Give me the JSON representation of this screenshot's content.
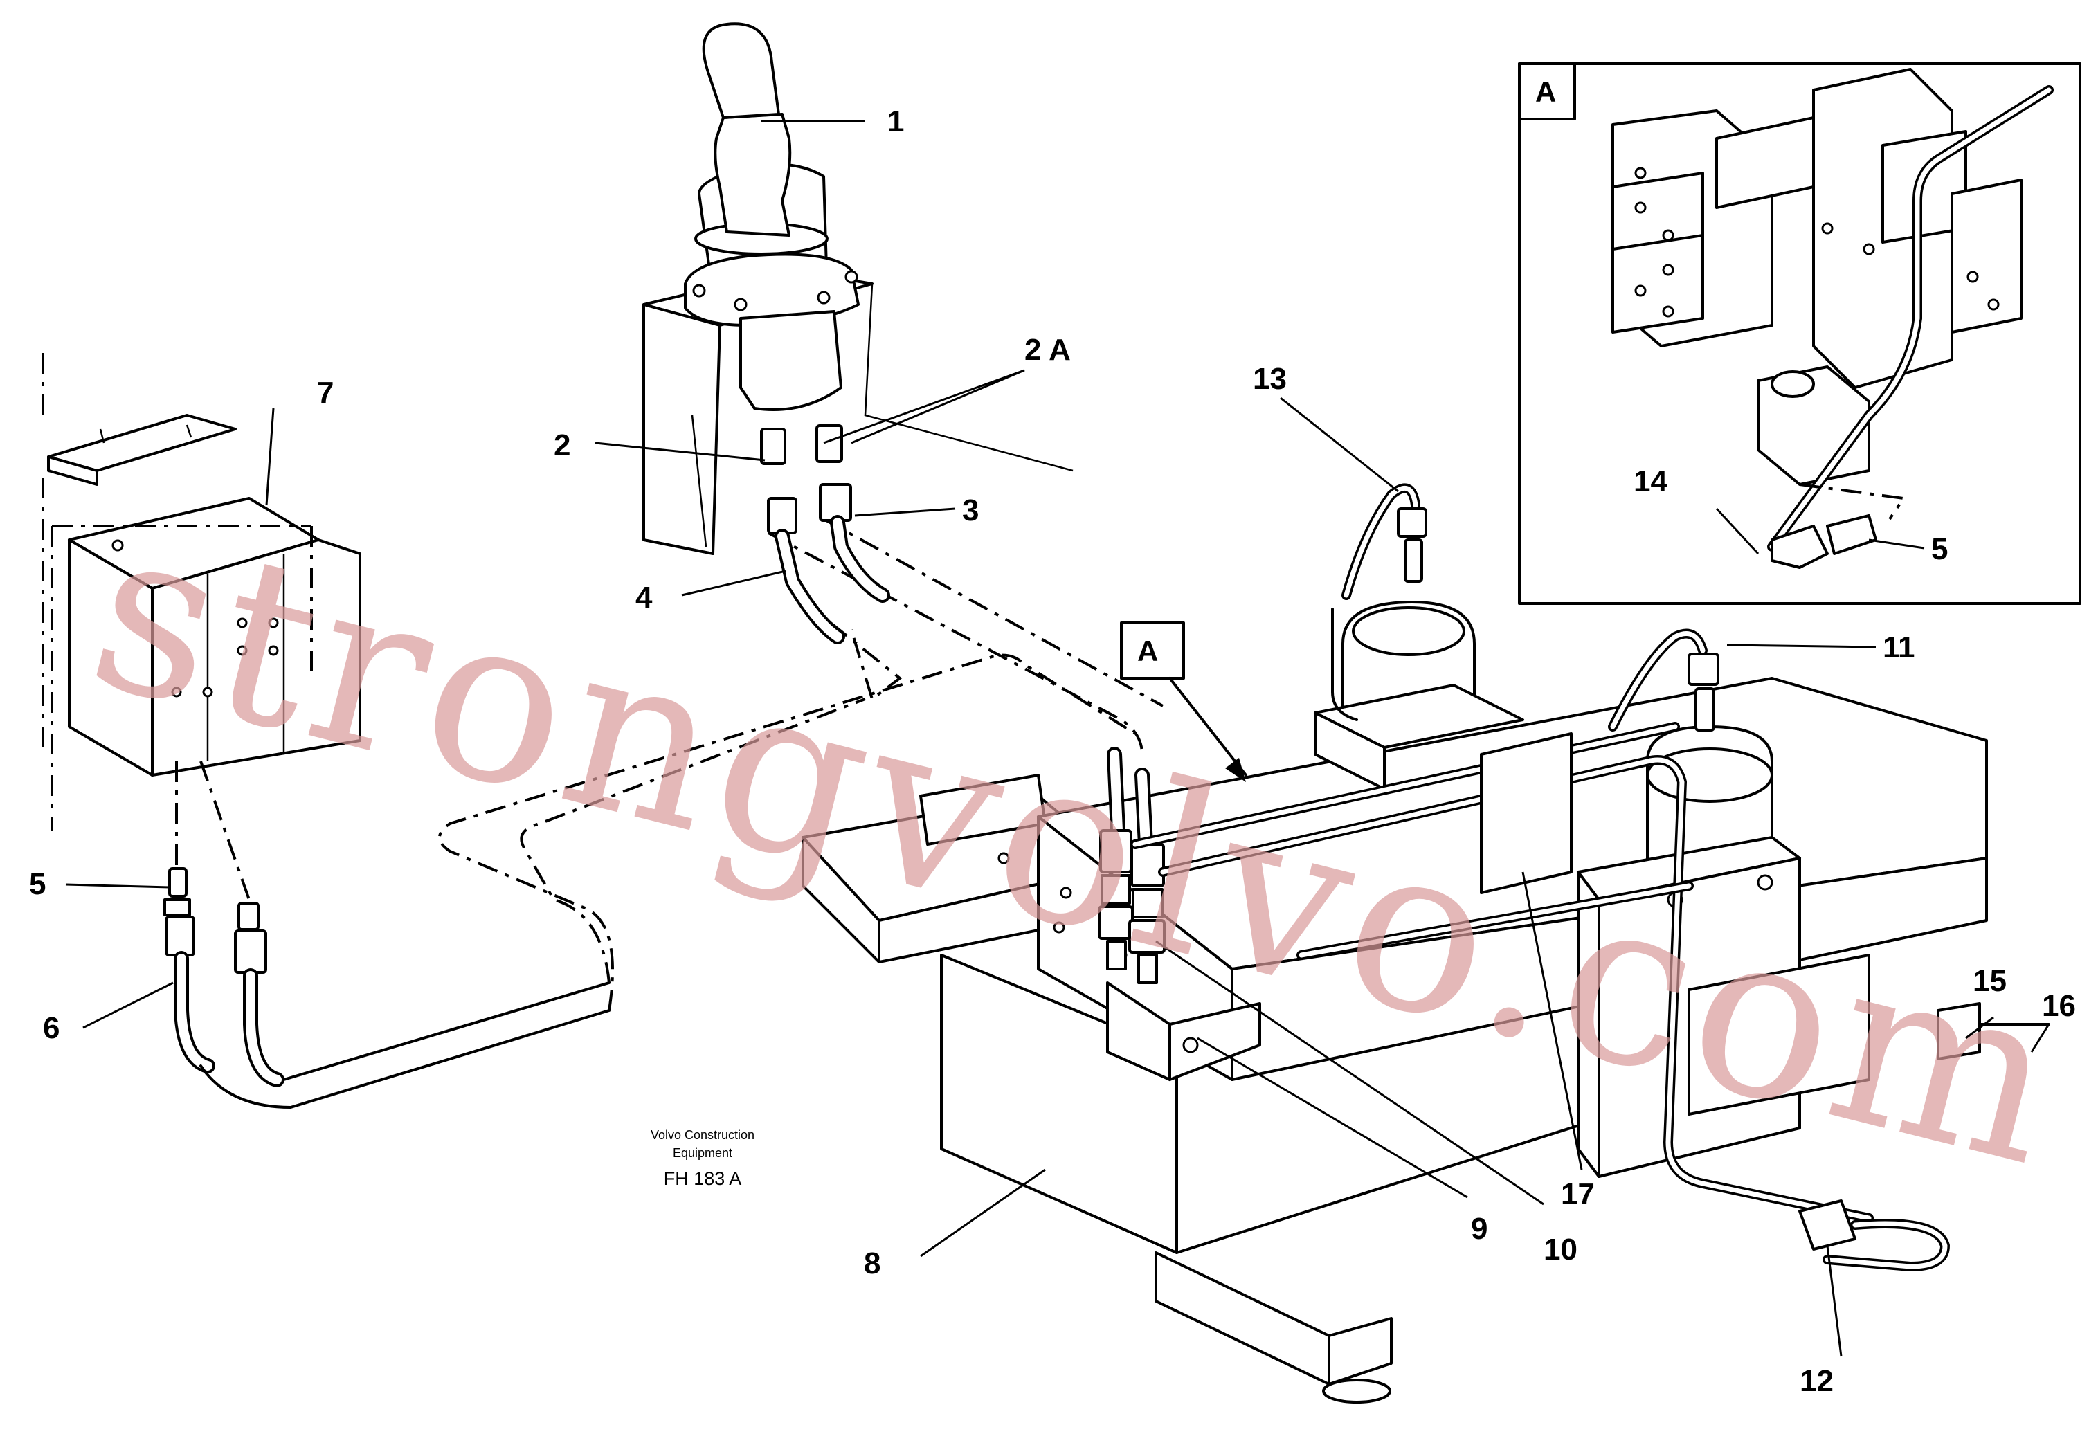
{
  "callouts": {
    "c1": "1",
    "c2": "2",
    "c2a": "2 A",
    "c3": "3",
    "c4": "4",
    "c5_left": "5",
    "c5_inset": "5",
    "c6": "6",
    "c7": "7",
    "c8": "8",
    "c9": "9",
    "c10": "10",
    "c11": "11",
    "c12": "12",
    "c13": "13",
    "c14": "14",
    "c15": "15",
    "c16": "16",
    "c17": "17"
  },
  "view_tags": {
    "inset": "A",
    "main": "A"
  },
  "stamp": {
    "line1": "Volvo Construction",
    "line2": "Equipment",
    "code": "FH 183 A"
  },
  "watermark": "strongvolvo.com"
}
